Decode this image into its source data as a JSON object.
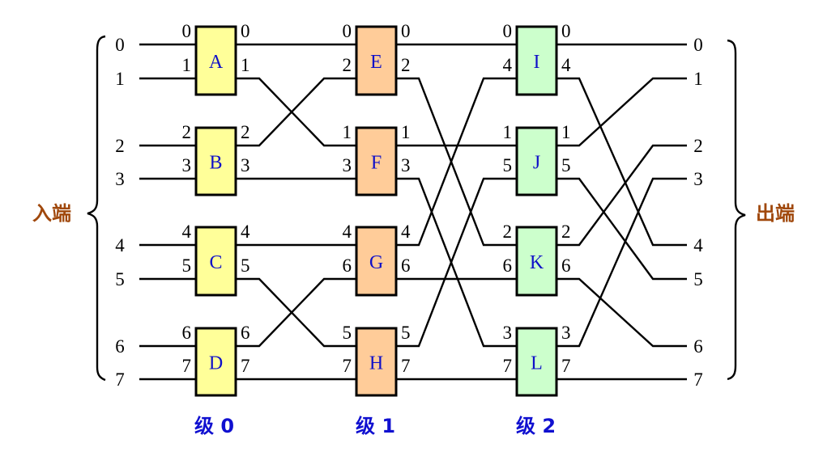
{
  "input_label": "入端",
  "output_label": "出端",
  "inputs": [
    "0",
    "1",
    "2",
    "3",
    "4",
    "5",
    "6",
    "7"
  ],
  "outputs": [
    "0",
    "1",
    "2",
    "3",
    "4",
    "5",
    "6",
    "7"
  ],
  "stages": [
    {
      "label": "级 0",
      "color": "#ffff99",
      "switches": [
        {
          "name": "A",
          "in": [
            "0",
            "1"
          ],
          "out": [
            "0",
            "1"
          ]
        },
        {
          "name": "B",
          "in": [
            "2",
            "3"
          ],
          "out": [
            "2",
            "3"
          ]
        },
        {
          "name": "C",
          "in": [
            "4",
            "5"
          ],
          "out": [
            "4",
            "5"
          ]
        },
        {
          "name": "D",
          "in": [
            "6",
            "7"
          ],
          "out": [
            "6",
            "7"
          ]
        }
      ]
    },
    {
      "label": "级 1",
      "color": "#ffcc99",
      "switches": [
        {
          "name": "E",
          "in": [
            "0",
            "2"
          ],
          "out": [
            "0",
            "2"
          ]
        },
        {
          "name": "F",
          "in": [
            "1",
            "3"
          ],
          "out": [
            "1",
            "3"
          ]
        },
        {
          "name": "G",
          "in": [
            "4",
            "6"
          ],
          "out": [
            "4",
            "6"
          ]
        },
        {
          "name": "H",
          "in": [
            "5",
            "7"
          ],
          "out": [
            "5",
            "7"
          ]
        }
      ]
    },
    {
      "label": "级 2",
      "color": "#ccffcc",
      "switches": [
        {
          "name": "I",
          "in": [
            "0",
            "4"
          ],
          "out": [
            "0",
            "4"
          ]
        },
        {
          "name": "J",
          "in": [
            "1",
            "5"
          ],
          "out": [
            "1",
            "5"
          ]
        },
        {
          "name": "K",
          "in": [
            "2",
            "6"
          ],
          "out": [
            "2",
            "6"
          ]
        },
        {
          "name": "L",
          "in": [
            "3",
            "7"
          ],
          "out": [
            "3",
            "7"
          ]
        }
      ]
    }
  ],
  "links": [
    {
      "from": "stage0",
      "to": "stage1",
      "map": [
        0,
        2,
        1,
        3,
        4,
        6,
        5,
        7
      ]
    },
    {
      "from": "stage1",
      "to": "stage2",
      "map": [
        0,
        4,
        2,
        6,
        1,
        5,
        3,
        7
      ]
    },
    {
      "from": "stage2",
      "to": "output",
      "map": [
        0,
        4,
        1,
        5,
        2,
        6,
        3,
        7
      ]
    }
  ]
}
